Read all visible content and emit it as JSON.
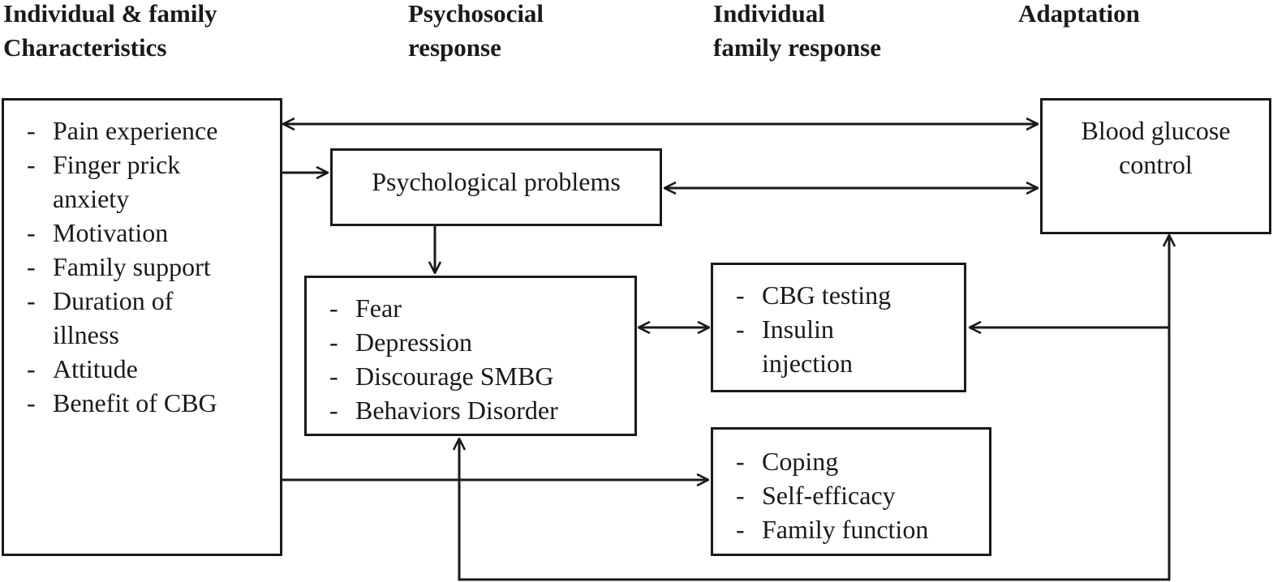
{
  "headers": {
    "col1": [
      "Individual & family",
      "Characteristics"
    ],
    "col2": [
      "Psychosocial",
      "response"
    ],
    "col3": [
      "Individual",
      "family response"
    ],
    "col4": [
      "Adaptation"
    ]
  },
  "characteristics": {
    "items": [
      [
        "Pain experience"
      ],
      [
        "Finger prick",
        "anxiety"
      ],
      [
        "Motivation"
      ],
      [
        "Family support"
      ],
      [
        "Duration of",
        "illness"
      ],
      [
        "Attitude"
      ],
      [
        "Benefit of CBG"
      ]
    ]
  },
  "psych_problems": {
    "label": "Psychological problems"
  },
  "psych_symptoms": {
    "items": [
      [
        "Fear"
      ],
      [
        "Depression"
      ],
      [
        "Discourage SMBG"
      ],
      [
        "Behaviors Disorder"
      ]
    ]
  },
  "family_actions": {
    "items": [
      [
        "CBG testing"
      ],
      [
        "Insulin",
        "injection"
      ]
    ]
  },
  "family_coping": {
    "items": [
      [
        "Coping"
      ],
      [
        "Self-efficacy"
      ],
      [
        "Family function"
      ]
    ]
  },
  "adaptation": {
    "label": [
      "Blood glucose",
      "control"
    ]
  }
}
